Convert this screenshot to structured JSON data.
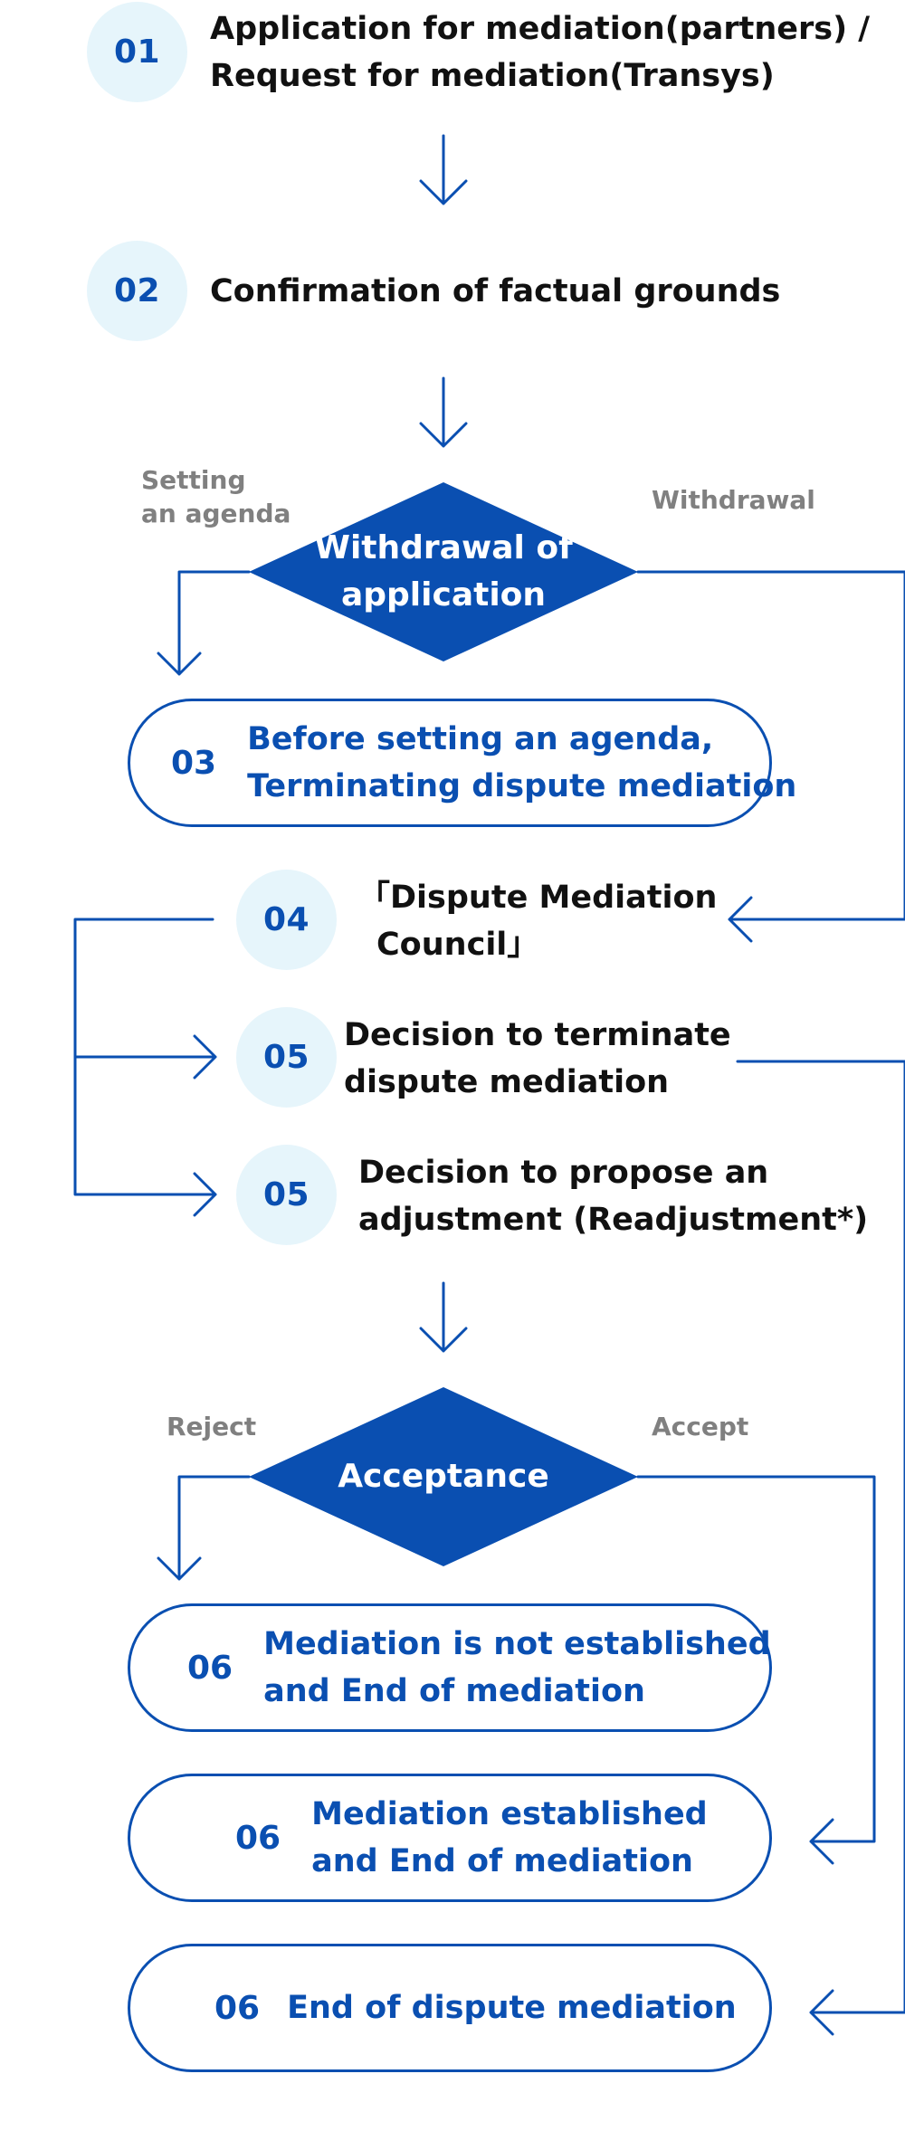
{
  "colors": {
    "accent": "#0a4fb1",
    "circle_fill": "#e6f5fb",
    "label_gray": "#808080"
  },
  "steps": {
    "s01": {
      "num": "01",
      "line1": "Application for mediation(partners) /",
      "line2": "Request for mediation(Transys)"
    },
    "s02": {
      "num": "02",
      "line1": "Confirmation of factual grounds"
    },
    "s04": {
      "num": "04",
      "line1": "「Dispute Mediation",
      "line2": "Council」"
    },
    "s05a": {
      "num": "05",
      "line1": "Decision to terminate",
      "line2": "dispute mediation"
    },
    "s05b": {
      "num": "05",
      "line1": "Decision to propose an",
      "line2": "adjustment (Readjustment*)"
    }
  },
  "decisions": {
    "withdrawal": {
      "line1": "Withdrawal of",
      "line2": "application",
      "left_label_1": "Setting",
      "left_label_2": "an agenda",
      "right_label": "Withdrawal"
    },
    "acceptance": {
      "label": "Acceptance",
      "left_label": "Reject",
      "right_label": "Accept"
    }
  },
  "outcomes": {
    "o03": {
      "num": "03",
      "line1": "Before setting an agenda,",
      "line2": "Terminating dispute mediation"
    },
    "o06a": {
      "num": "06",
      "line1": "Mediation is not established",
      "line2": "and End of mediation"
    },
    "o06b": {
      "num": "06",
      "line1": "Mediation established",
      "line2": "and End of mediation"
    },
    "o06c": {
      "num": "06",
      "line1": "End of dispute mediation"
    }
  }
}
